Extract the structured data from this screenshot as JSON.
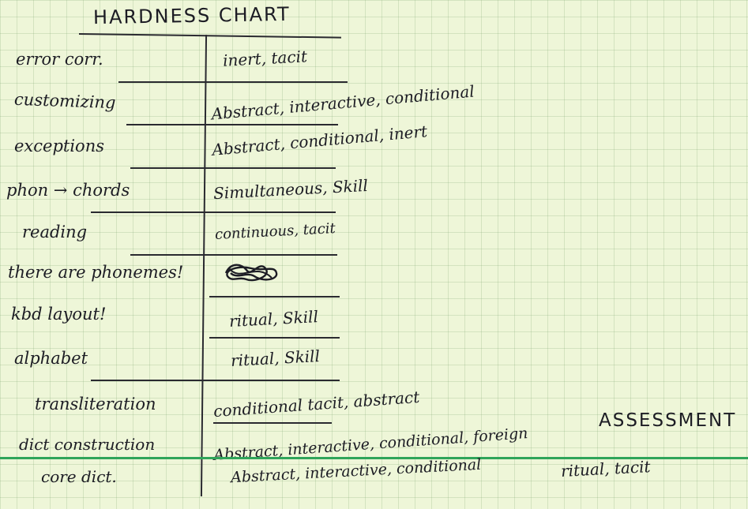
{
  "title": "HARDNESS CHART",
  "rows": [
    {
      "label": "error corr.",
      "value": "inert, tacit"
    },
    {
      "label": "customizing",
      "value": "Abstract, interactive, conditional"
    },
    {
      "label": "exceptions",
      "value": "Abstract, conditional, inert"
    },
    {
      "label": "phon → chords",
      "value": "Simultaneous, Skill"
    },
    {
      "label": "reading",
      "value": "continuous, tacit"
    },
    {
      "label": "there are phonemes!",
      "value": ""
    },
    {
      "label": "kbd layout!",
      "value": "ritual, Skill"
    },
    {
      "label": "alphabet",
      "value": "ritual, Skill"
    },
    {
      "label": "transliteration",
      "value": "conditional tacit, abstract"
    },
    {
      "label": "dict construction",
      "value": "Abstract, interactive, conditional, foreign"
    },
    {
      "label": "core dict.",
      "value": "Abstract, interactive, conditional"
    }
  ],
  "extras": {
    "assessment_label": "ASSESSMENT",
    "assessment_value": "ritual, tacit"
  },
  "colors": {
    "paper": "#eef6d8",
    "grid": "#8caf7d",
    "ink": "#1c1c24",
    "margin_rule": "#2fa55a"
  }
}
